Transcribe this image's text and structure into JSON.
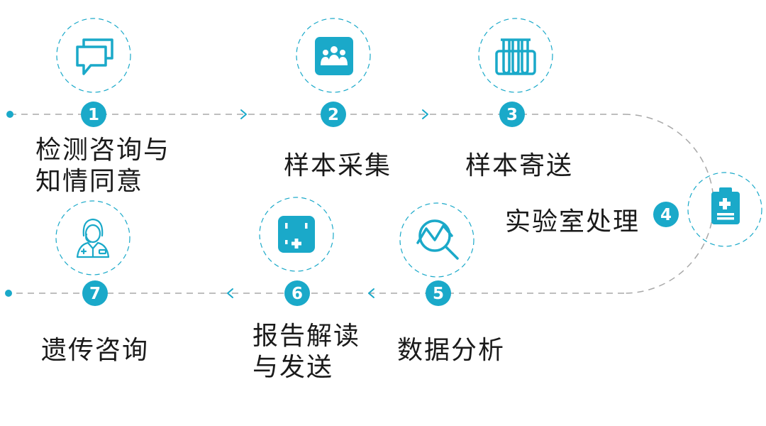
{
  "colors": {
    "accent": "#1aa9c9",
    "dash": "#a8a8a8",
    "text": "#1a1a1a"
  },
  "steps": [
    {
      "number": "1",
      "label_lines": [
        "检测咨询与",
        "知情同意"
      ],
      "icon": "chat-bubbles-icon"
    },
    {
      "number": "2",
      "label_lines": [
        "样本采集"
      ],
      "icon": "people-group-icon"
    },
    {
      "number": "3",
      "label_lines": [
        "样本寄送"
      ],
      "icon": "test-tubes-icon"
    },
    {
      "number": "4",
      "label_lines": [
        "实验室处理"
      ],
      "icon": "clipboard-medical-icon"
    },
    {
      "number": "5",
      "label_lines": [
        "数据分析"
      ],
      "icon": "magnifier-chart-icon"
    },
    {
      "number": "6",
      "label_lines": [
        "报告解读",
        "与发送"
      ],
      "icon": "medical-report-icon"
    },
    {
      "number": "7",
      "label_lines": [
        "遗传咨询"
      ],
      "icon": "doctor-icon"
    }
  ]
}
